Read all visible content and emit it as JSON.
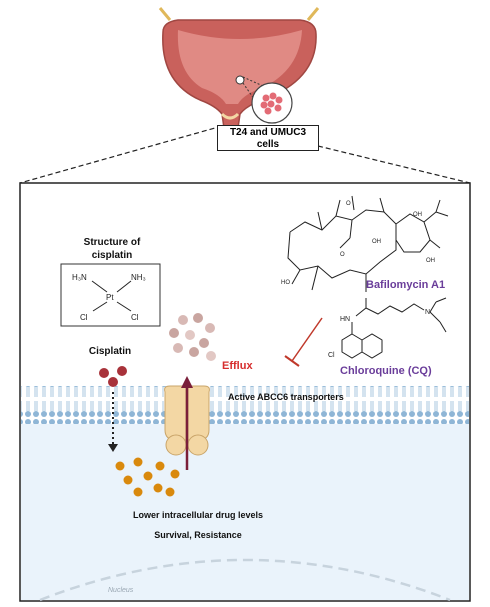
{
  "cell_label": {
    "line1": "T24 and UMUC3",
    "line2": "cells"
  },
  "structure": {
    "title_line1": "Structure of",
    "title_line2": "cisplatin",
    "atoms": {
      "n1": "H₃N",
      "n2": "NH₃",
      "pt": "Pt",
      "cl1": "Cl",
      "cl2": "Cl"
    }
  },
  "labels": {
    "cisplatin": "Cisplatin",
    "efflux": "Efflux",
    "transporters": "Active ABCC6 transporters",
    "lower_levels": "Lower intracellular drug levels",
    "survival": "Survival, Resistance",
    "nucleus": "Nucleus"
  },
  "drugs": {
    "bafilomycin": {
      "name": "Bafilomycin A1",
      "atoms": {
        "oh1": "OH",
        "oh2": "OH",
        "oh3": "OH",
        "o1": "O",
        "o2": "O",
        "ho": "HO"
      }
    },
    "chloroquine": {
      "name": "Chloroquine (CQ)",
      "atoms": {
        "hn": "HN",
        "n": "N",
        "cl": "Cl"
      }
    }
  },
  "colors": {
    "drug_name": "#6a3d9a",
    "efflux": "#d62d2d",
    "arrow": "#7a1f3a",
    "membrane": "#8fb6d6",
    "cytoplasm": "#eaf3fb",
    "cisplatin_dot": "#a8323a",
    "internal_dot": "#d9890d",
    "efflux_dot": "#d8b9b5",
    "transporter": "#f3d7a4",
    "bladder": "#c9615c"
  }
}
